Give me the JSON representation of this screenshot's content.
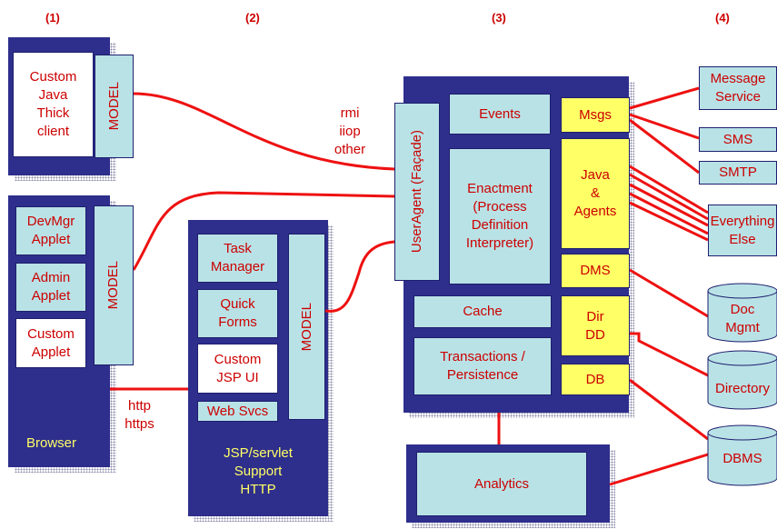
{
  "column_numbers": [
    "(1)",
    "(2)",
    "(3)",
    "(4)"
  ],
  "thick_client": {
    "custom_java": "Custom\nJava\nThick\nclient",
    "model": "MODEL"
  },
  "browser": {
    "devmgr": "DevMgr\nApplet",
    "admin": "Admin\nApplet",
    "custom": "Custom\nApplet",
    "model": "MODEL",
    "label": "Browser"
  },
  "jsp_server": {
    "task_manager": "Task\nManager",
    "quick_forms": "Quick\nForms",
    "custom_jsp": "Custom\nJSP UI",
    "web_svcs": "Web Svcs",
    "model": "MODEL",
    "label": "JSP/servlet\nSupport\nHTTP"
  },
  "engine": {
    "useragent": "UserAgent (Façade)",
    "events": "Events",
    "enactment": "Enactment\n(Process\nDefinition\nInterpreter)",
    "cache": "Cache",
    "transactions": "Transactions /\nPersistence",
    "msgs": "Msgs",
    "java_agents": "Java\n&\nAgents",
    "dms": "DMS",
    "dir_dd": "Dir\nDD",
    "db": "DB"
  },
  "analytics": "Analytics",
  "external": {
    "message_service": "Message\nService",
    "sms": "SMS",
    "smtp": "SMTP",
    "everything_else": "Everything\nElse",
    "doc_mgmt": "Doc\nMgmt",
    "directory": "Directory",
    "dbms": "DBMS"
  },
  "connection_labels": {
    "rmi": "rmi\niiop\nother",
    "http": "http\nhttps"
  },
  "colors": {
    "panel": "#2e2e8c",
    "box": "#b9e2e6",
    "accent_text": "#cc0000",
    "highlight": "#ffff66",
    "line": "#ee1111"
  }
}
